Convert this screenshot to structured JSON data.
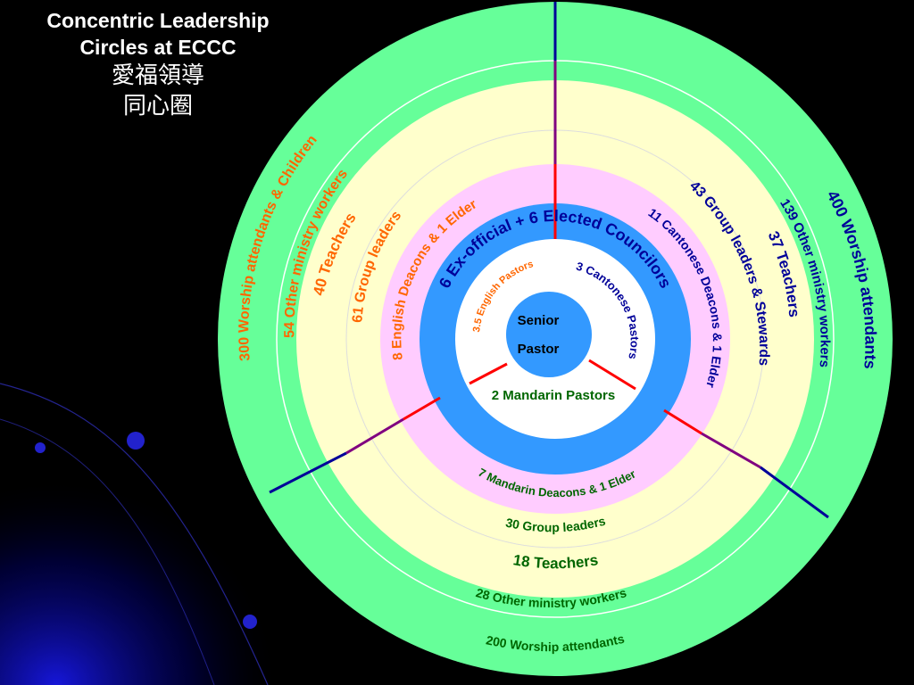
{
  "title": {
    "line1": "Concentric Leadership",
    "line2": "Circles  at ECCC",
    "zh1": "愛福領導",
    "zh2": "同心圈"
  },
  "center": {
    "line1": "Senior",
    "line2": "Pastor"
  },
  "pastor_ring": {
    "english": "3.5 English Pastors",
    "cantonese": "3 Cantonese Pastors",
    "mandarin": "2 Mandarin Pastors"
  },
  "council_ring": {
    "label": "6 Ex-official + 6 Elected Councilors"
  },
  "deacon_ring": {
    "english": "8 English Deacons & 1 Elder",
    "cantonese": "11 Cantonese Deacons & 1 Elder",
    "mandarin": "7 Mandarin Deacons & 1 Elder"
  },
  "group_ring": {
    "english_groups": "61 Group leaders",
    "english_teachers": "40 Teachers",
    "cantonese_groups": "43 Group leaders & Stewards",
    "cantonese_teachers": "37 Teachers",
    "mandarin_groups": "30 Group leaders",
    "mandarin_teachers": "18 Teachers"
  },
  "outer_ring": {
    "english_workers": "54 Other ministry workers",
    "english_attendants": "300 Worship attendants & Children",
    "cantonese_workers": "139 Other ministry workers",
    "cantonese_attendants": "400 Worship attendants",
    "mandarin_workers": "28 Other ministry workers",
    "mandarin_attendants": "200 Worship attendants"
  },
  "colors": {
    "background": "#000000",
    "outer_ring": "#66FF99",
    "group_ring": "#FFFFCC",
    "deacon_ring": "#FFCCFF",
    "council_ring": "#3399FF",
    "pastor_ring": "#FFFFFF",
    "center": "#3399FF",
    "english_text": "#FF6600",
    "cantonese_text": "#000099",
    "mandarin_text": "#006600",
    "divider_red": "#FF0000",
    "divider_purple": "#800080",
    "divider_blue": "#000099"
  }
}
